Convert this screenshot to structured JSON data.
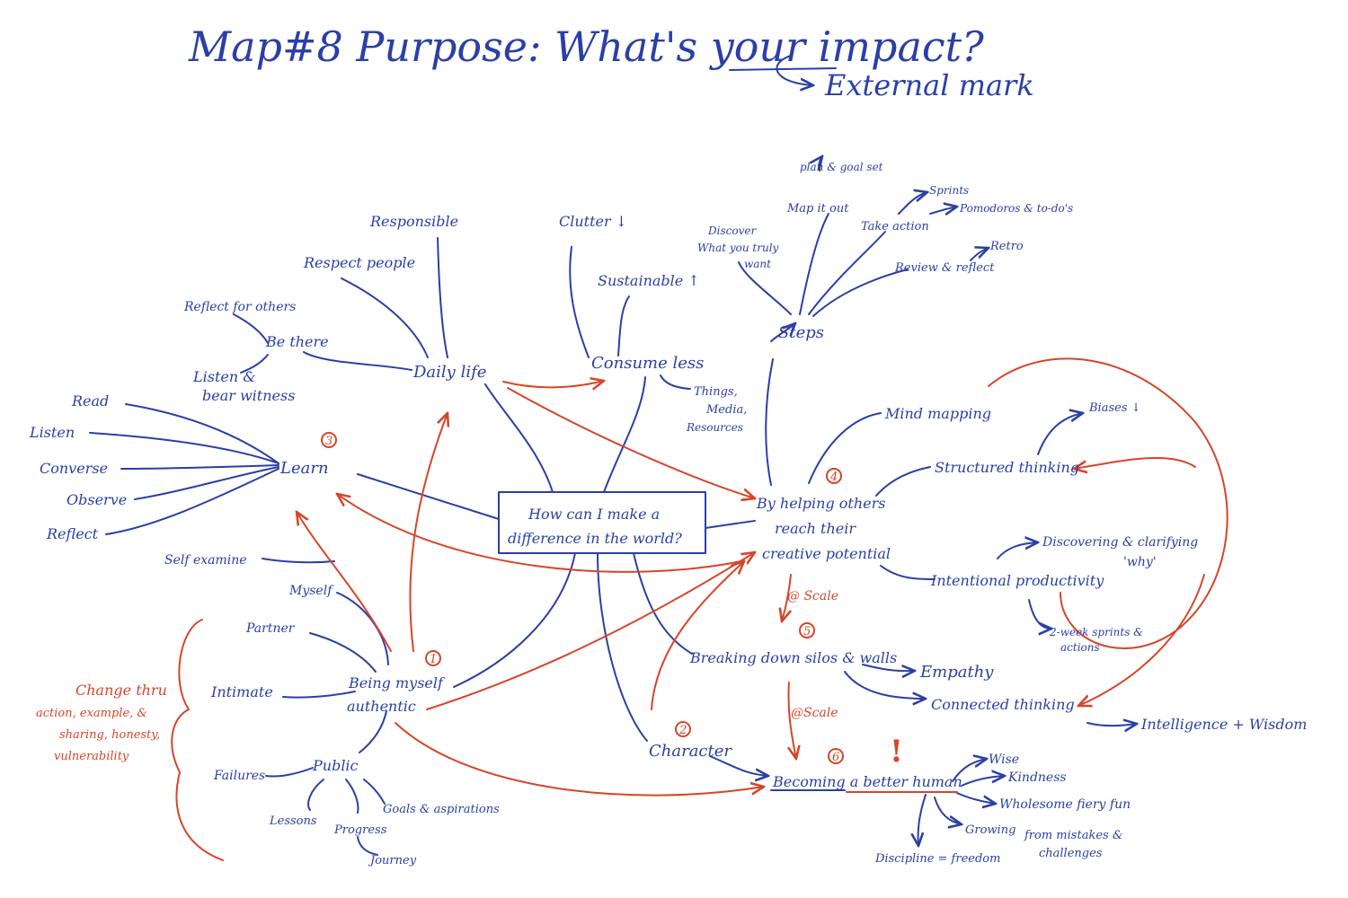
{
  "title": {
    "main": "Map#8 Purpose: What's your impact?",
    "sub": "External mark"
  },
  "center": {
    "line1": "How can I make a",
    "line2": "difference in the world?"
  },
  "nodes": {
    "daily_life": "Daily life",
    "responsible": "Responsible",
    "respect_people": "Respect people",
    "reflect_for_others": "Reflect for others",
    "be_there": "Be there",
    "listen_1": "Listen &",
    "listen_2": "bear witness",
    "consume_less": "Consume less",
    "clutter": "Clutter ↓",
    "sustainable": "Sustainable ↑",
    "things_1": "Things,",
    "things_2": "Media,",
    "things_3": "Resources",
    "learn": "Learn",
    "read": "Read",
    "listen": "Listen",
    "converse": "Converse",
    "observe": "Observe",
    "reflect": "Reflect",
    "steps": "Steps",
    "discover_1": "Discover",
    "discover_2": "What you truly",
    "discover_3": "want",
    "map_it_out": "Map it out",
    "plan_goal": "plan & goal set",
    "take_action": "Take action",
    "sprints": "Sprints",
    "pomodoros": "Pomodoros & to-do's",
    "review": "Review & reflect",
    "retro": "Retro",
    "helping_1": "By helping others",
    "helping_2": "reach their",
    "helping_3": "creative potential",
    "mind_mapping": "Mind mapping",
    "structured": "Structured thinking",
    "biases": "Biases ↓",
    "intentional": "Intentional productivity",
    "discovering_1": "Discovering & clarifying",
    "discovering_2": "'why'",
    "two_week_1": "2-week sprints &",
    "two_week_2": "actions",
    "scale_1": "@ Scale",
    "scale_2": "@Scale",
    "breaking": "Breaking down silos & walls",
    "empathy": "Empathy",
    "connected": "Connected thinking",
    "intelligence": "Intelligence + Wisdom",
    "character": "Character",
    "better_human": "Becoming a better human",
    "wise": "Wise",
    "kindness": "Kindness",
    "wholesome": "Wholesome fiery fun",
    "growing_1": "Growing",
    "growing_2": "from mistakes &",
    "growing_3": "challenges",
    "discipline": "Discipline = freedom",
    "being_1": "Being myself",
    "being_2": "authentic",
    "self_examine": "Self examine",
    "myself": "Myself",
    "partner": "Partner",
    "intimate": "Intimate",
    "public": "Public",
    "failures": "Failures",
    "lessons": "Lessons",
    "progress": "Progress",
    "journey": "Journey",
    "goals": "Goals & aspirations"
  },
  "change_note": {
    "line1": "Change thru",
    "line2": "action, example, &",
    "line3": "sharing, honesty,",
    "line4": "vulnerability"
  },
  "numbers": {
    "n1": "1",
    "n2": "2",
    "n3": "3",
    "n4": "4",
    "n5": "5",
    "n6": "6"
  },
  "exclaim": "!",
  "colors": {
    "ink_blue": "#2b3fa6",
    "ink_red": "#d6452a",
    "paper": "#ffffff"
  }
}
